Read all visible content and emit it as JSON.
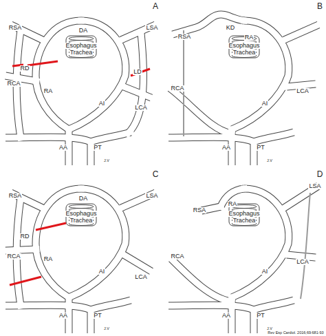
{
  "diagram": {
    "labels": [
      "A",
      "RSA",
      "DA",
      "LSA",
      "Esophagus",
      "Trachea",
      "RD",
      "RCA",
      "RA",
      "LD",
      "AI",
      "LCA",
      "AA",
      "PT",
      "J.V",
      "B",
      "KD",
      "RSA",
      "RA",
      "Esophagus",
      "Trachea",
      "RCA",
      "AI",
      "LCA",
      "AA",
      "PT",
      "J.V",
      "C",
      "RSA",
      "DA",
      "LSA",
      "Esophagus",
      "Trachea",
      "RD",
      "RCA",
      "RA",
      "AI",
      "LCA",
      "AA",
      "PT",
      "J.V",
      "D",
      "LSA",
      "RSA",
      "RA",
      "Esophagus",
      "Trachea",
      "RCA",
      "AI",
      "LCA",
      "AA",
      "PT",
      "J.V",
      "Rev Esp Cardiol. 2016;69:681-93"
    ]
  }
}
